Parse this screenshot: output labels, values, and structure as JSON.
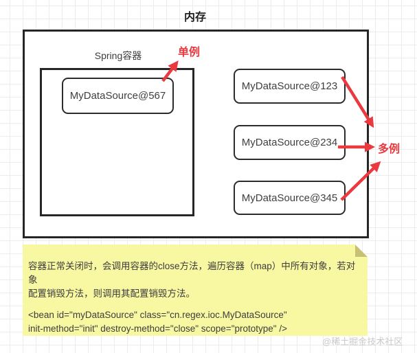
{
  "title": "内存",
  "spring_container": {
    "label": "Spring容器",
    "singleton_bean": "MyDataSource@567"
  },
  "singleton_label": "单例",
  "prototype_label": "多例",
  "prototype_beans": [
    "MyDataSource@123",
    "MyDataSource@234",
    "MyDataSource@345"
  ],
  "note": {
    "line1": "容器正常关闭时，会调用容器的close方法，遍历容器（map）中所有对象，若对象",
    "line2": "配置销毁方法，则调用其配置销毁方法。",
    "code_line1": "<bean id=\"myDataSource\" class=\"cn.regex.ioc.MyDataSource\"",
    "code_line2": "init-method=\"init\" destroy-method=\"close\" scope=\"prototype\" />"
  },
  "watermark": "@稀土掘金技术社区",
  "colors": {
    "accent_red": "#ea3a40",
    "note_background": "#f8f7a2",
    "note_fold": "#c6c175",
    "box_border": "#262626"
  }
}
